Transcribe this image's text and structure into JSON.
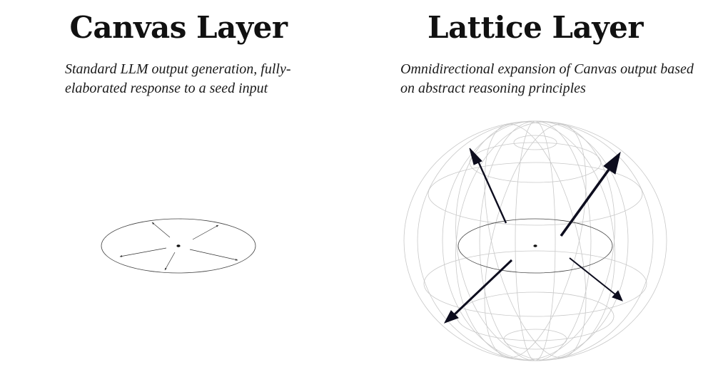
{
  "panels": {
    "canvas": {
      "title": "Canvas Layer",
      "description": "Standard LLM output generation, fully-elaborated response to a seed input"
    },
    "lattice": {
      "title": "Lattice Layer",
      "description": "Omnidirectional expansion of Canvas output based on abstract reasoning principles"
    }
  },
  "colors": {
    "text": "#111111",
    "ellipse_stroke": "#444444",
    "sphere_grid": "#c8c8c8",
    "arrow": "#0d0d1e"
  }
}
